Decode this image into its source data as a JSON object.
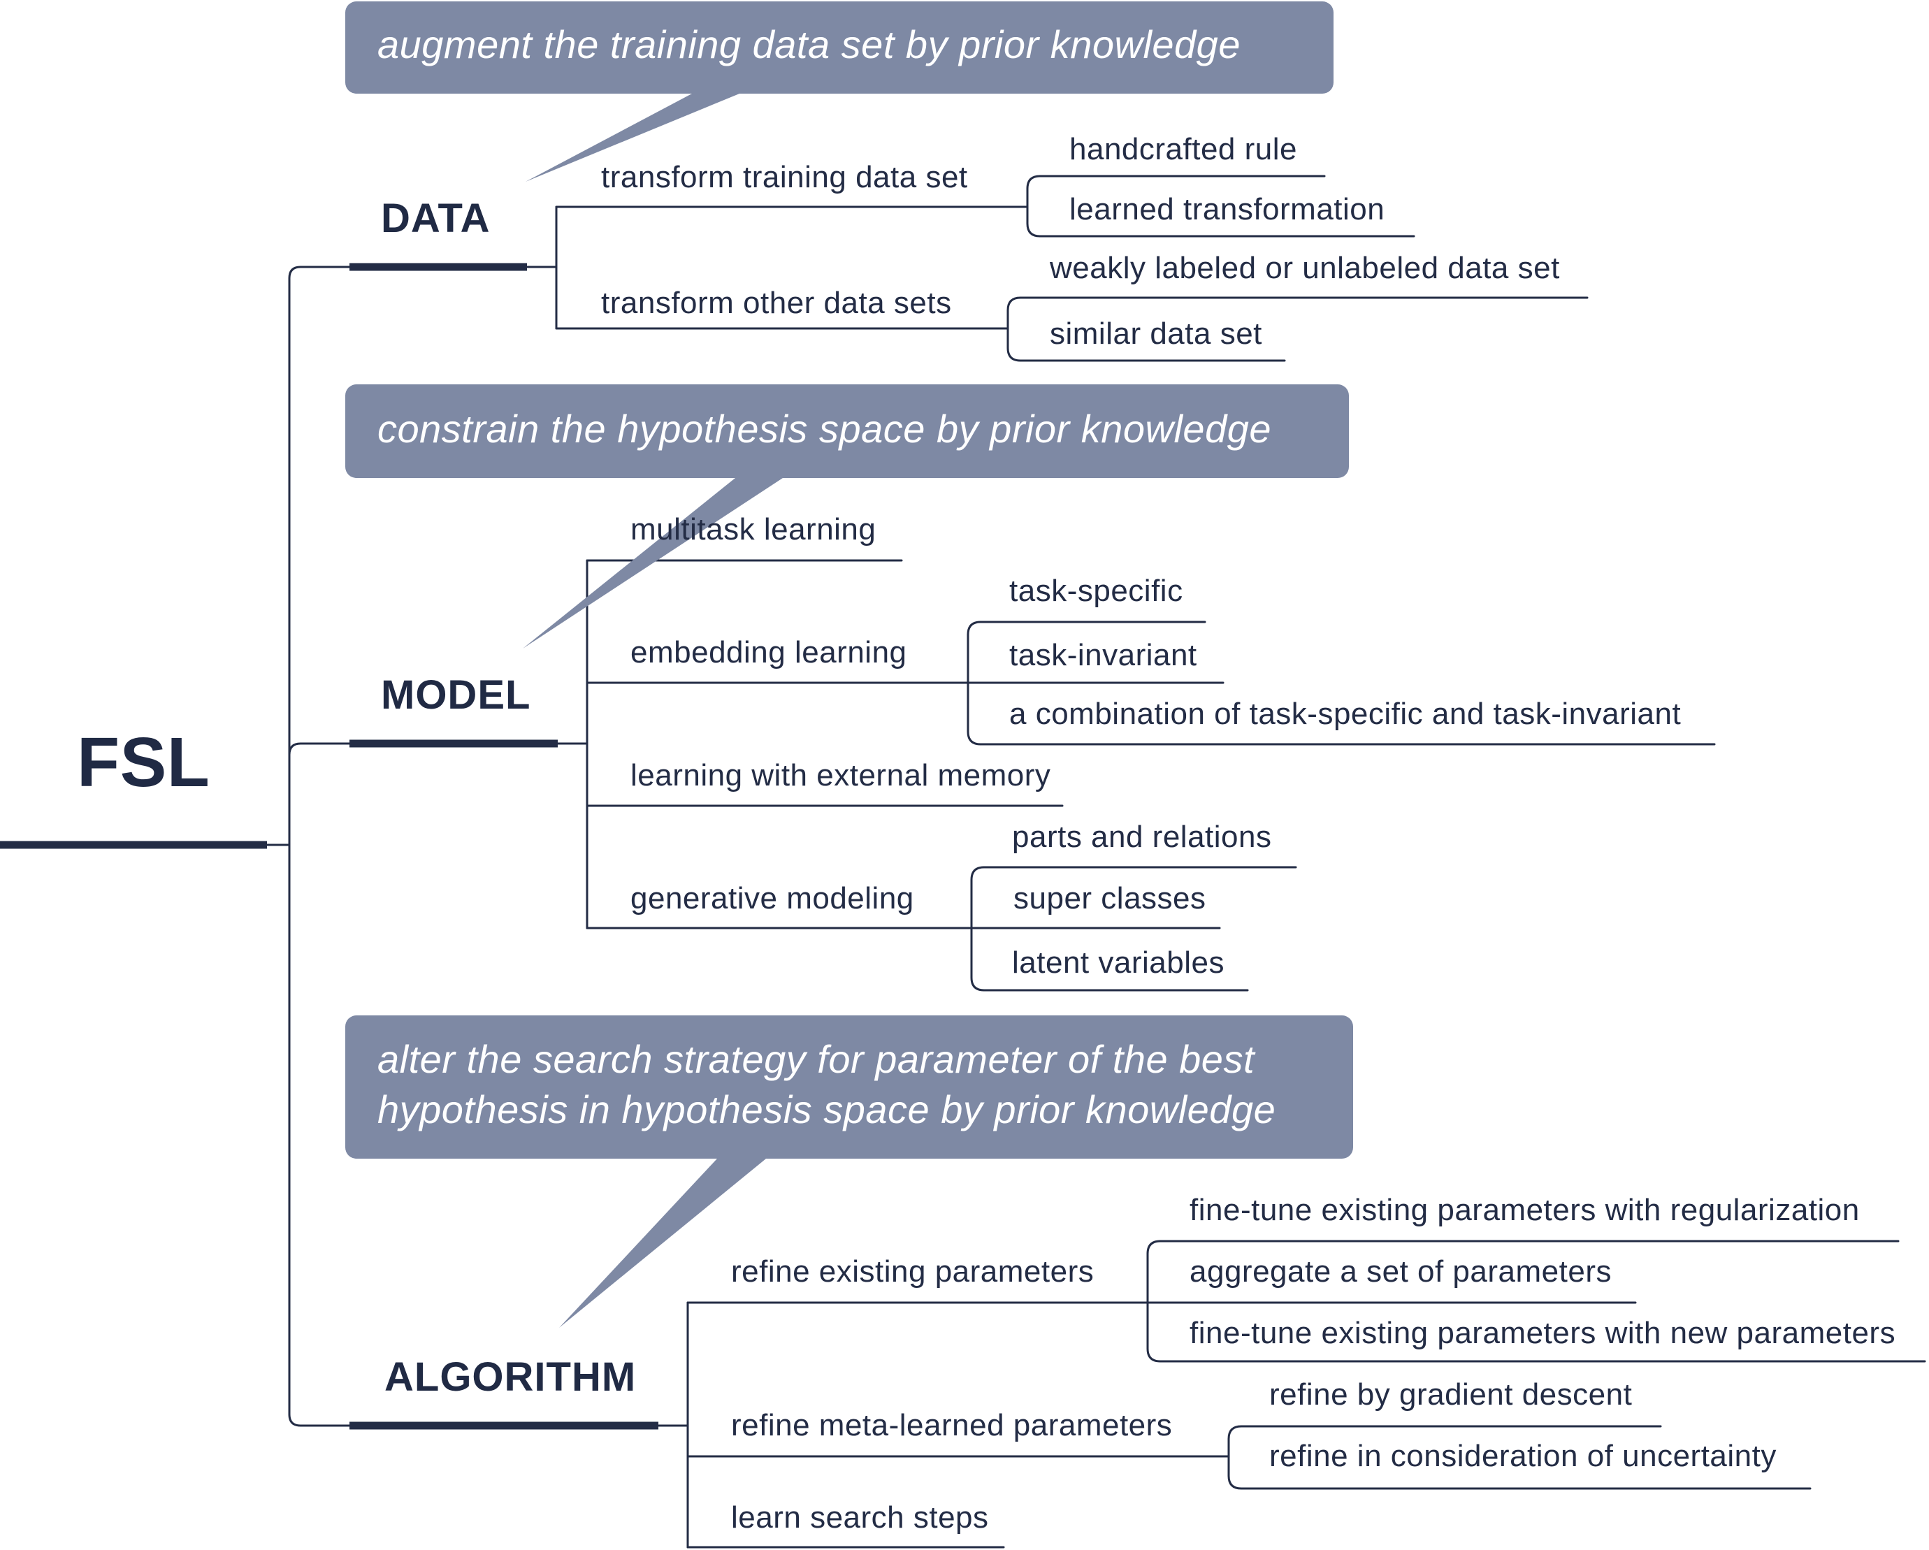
{
  "diagram": {
    "root": "FSL",
    "branches": {
      "data": {
        "label": "DATA",
        "callout": "augment the training data set by prior knowledge",
        "children": {
          "transform_training": {
            "label": "transform training data set",
            "leaves": [
              "handcrafted rule",
              "learned transformation"
            ]
          },
          "transform_other": {
            "label": "transform other data sets",
            "leaves": [
              "weakly labeled or unlabeled data set",
              "similar data set"
            ]
          }
        }
      },
      "model": {
        "label": "MODEL",
        "callout": "constrain the hypothesis space by prior knowledge",
        "children": {
          "multitask": {
            "label": "multitask learning"
          },
          "embedding": {
            "label": "embedding learning",
            "leaves": [
              "task-specific",
              "task-invariant",
              "a combination of task-specific and task-invariant"
            ]
          },
          "external_memory": {
            "label": "learning with external memory"
          },
          "generative": {
            "label": "generative modeling",
            "leaves": [
              "parts and relations",
              "super classes",
              "latent variables"
            ]
          }
        }
      },
      "algorithm": {
        "label": "ALGORITHM",
        "callout_lines": [
          "alter the search strategy for parameter of the best",
          "hypothesis in hypothesis space by prior knowledge"
        ],
        "children": {
          "refine_existing": {
            "label": "refine existing parameters",
            "leaves": [
              "fine-tune existing parameters with regularization",
              "aggregate a set of parameters",
              "fine-tune existing parameters with new parameters"
            ]
          },
          "refine_meta": {
            "label": "refine meta-learned parameters",
            "leaves": [
              "refine by gradient descent",
              "refine in consideration of uncertainty"
            ]
          },
          "learn_steps": {
            "label": "learn search steps"
          }
        }
      }
    }
  },
  "colors": {
    "line": "#232c45",
    "callout_fill": "#7e89a4",
    "text": "#232c45",
    "callout_text": "#ffffff"
  }
}
